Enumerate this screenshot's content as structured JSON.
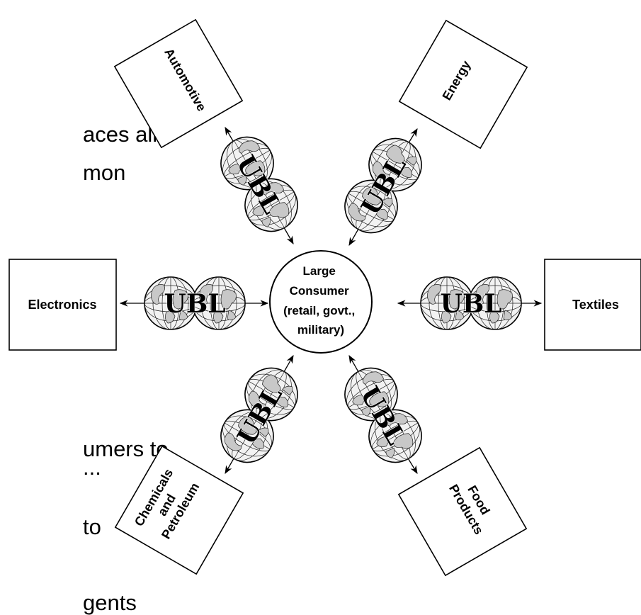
{
  "background_text": {
    "line1": "aces all",
    "line2": "mon",
    "line3": "umers to",
    "line4": "...",
    "line5": "to",
    "line6": "gents"
  },
  "center": {
    "lines": [
      "Large",
      "Consumer",
      "(retail, govt.,",
      "military)"
    ]
  },
  "sectors": {
    "automotive": [
      "Automotive"
    ],
    "energy": [
      "Energy"
    ],
    "electronics": [
      "Electronics"
    ],
    "textiles": [
      "Textiles"
    ],
    "chemicals": [
      "Chemicals",
      "and",
      "Petroleum"
    ],
    "food": [
      "Food",
      "Products"
    ]
  },
  "ubl_label": "UBL"
}
